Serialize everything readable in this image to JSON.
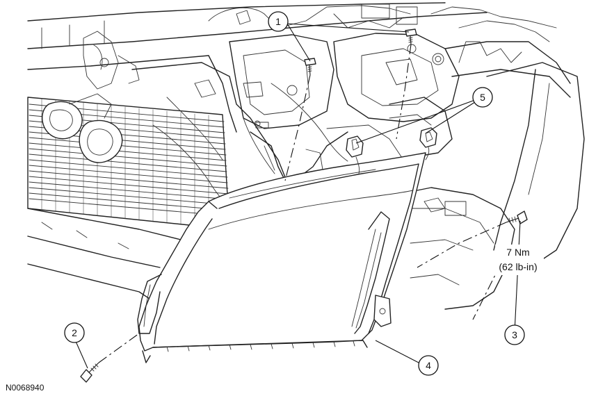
{
  "callouts": [
    {
      "id": "c1",
      "label": "1"
    },
    {
      "id": "c2",
      "label": "2"
    },
    {
      "id": "c3",
      "label": "3"
    },
    {
      "id": "c4",
      "label": "4"
    },
    {
      "id": "c5",
      "label": "5"
    }
  ],
  "torque": {
    "line1": "7 Nm",
    "line2": "(62 lb-in)"
  },
  "figure_id": "N0068940"
}
